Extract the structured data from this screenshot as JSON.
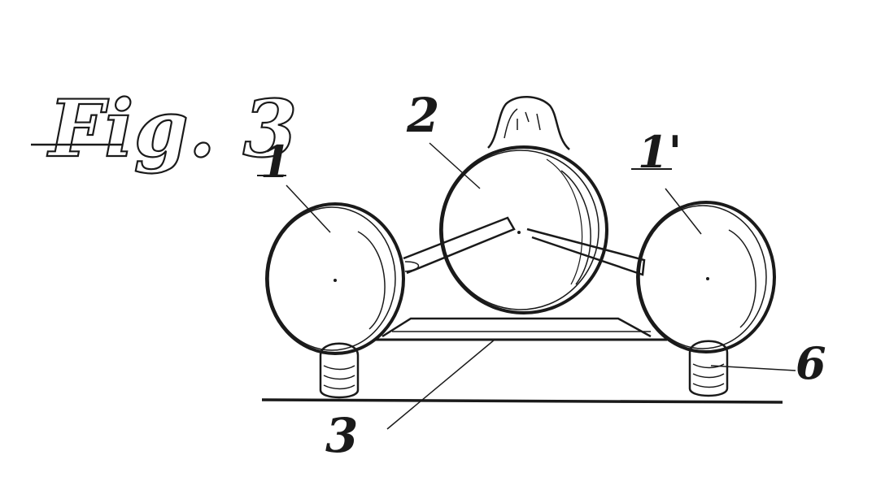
{
  "figure": {
    "title": "Fig. 3",
    "labels": {
      "left_sphere": "1",
      "center_sphere": "2",
      "right_sphere": "1'",
      "frame": "3",
      "foot": "6"
    }
  },
  "colors": {
    "ink": "#1a1a1a",
    "background": "#ffffff"
  }
}
